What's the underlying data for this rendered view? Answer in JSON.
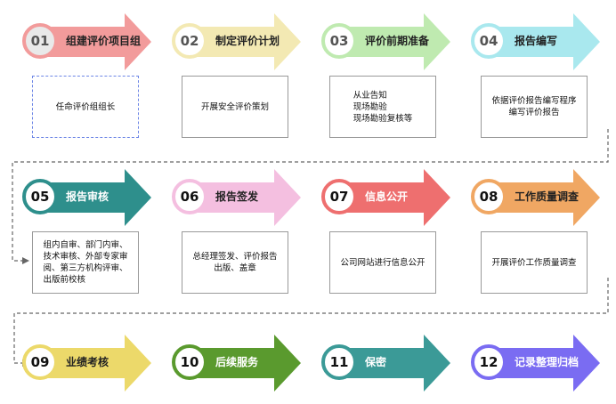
{
  "steps": [
    {
      "num": "01",
      "label": "组建评价项目组",
      "arrow": "#f29b9b",
      "circle_fill": "#e9e9e9",
      "circle_border": "#f29b9b",
      "num_color": "#555555",
      "label_color": "#222222"
    },
    {
      "num": "02",
      "label": "制定评价计划",
      "arrow": "#f3e9b3",
      "circle_fill": "#ffffff",
      "circle_border": "#f3e9b3",
      "num_color": "#555555",
      "label_color": "#222222"
    },
    {
      "num": "03",
      "label": "评价前期准备",
      "arrow": "#bfeab0",
      "circle_fill": "#ffffff",
      "circle_border": "#bfeab0",
      "num_color": "#555555",
      "label_color": "#222222"
    },
    {
      "num": "04",
      "label": "报告编写",
      "arrow": "#a9e8ee",
      "circle_fill": "#ffffff",
      "circle_border": "#a9e8ee",
      "num_color": "#555555",
      "label_color": "#222222"
    },
    {
      "num": "05",
      "label": "报告审核",
      "arrow": "#2e8f8c",
      "circle_fill": "#ffffff",
      "circle_border": "#2e8f8c",
      "num_color": "#111111",
      "label_color": "#ffffff"
    },
    {
      "num": "06",
      "label": "报告签发",
      "arrow": "#f4bfe0",
      "circle_fill": "#ffffff",
      "circle_border": "#f4bfe0",
      "num_color": "#111111",
      "label_color": "#222222"
    },
    {
      "num": "07",
      "label": "信息公开",
      "arrow": "#ee6f6f",
      "circle_fill": "#ffffff",
      "circle_border": "#ee6f6f",
      "num_color": "#111111",
      "label_color": "#ffffff"
    },
    {
      "num": "08",
      "label": "工作质量调查",
      "arrow": "#f0a763",
      "circle_fill": "#ffffff",
      "circle_border": "#f0a763",
      "num_color": "#111111",
      "label_color": "#222222"
    },
    {
      "num": "09",
      "label": "业绩考核",
      "arrow": "#ecd96a",
      "circle_fill": "#ffffff",
      "circle_border": "#ecd96a",
      "num_color": "#111111",
      "label_color": "#222222"
    },
    {
      "num": "10",
      "label": "后续服务",
      "arrow": "#5a9a2e",
      "circle_fill": "#ffffff",
      "circle_border": "#5a9a2e",
      "num_color": "#111111",
      "label_color": "#ffffff"
    },
    {
      "num": "11",
      "label": "保密",
      "arrow": "#3b9a97",
      "circle_fill": "#ffffff",
      "circle_border": "#3b9a97",
      "num_color": "#111111",
      "label_color": "#ffffff"
    },
    {
      "num": "12",
      "label": "记录整理归档",
      "arrow": "#7a6cf2",
      "circle_fill": "#ffffff",
      "circle_border": "#7a6cf2",
      "num_color": "#111111",
      "label_color": "#ffffff"
    }
  ],
  "descriptions": [
    "任命评价组组长",
    "开展安全评价策划",
    "从业告知\n现场勘验\n现场勘验复核等",
    "依据评价报告编写程序\n编写评价报告",
    "组内自审、部门内审、\n技术审核、外部专家审\n阅、第三方机构评审、\n出版前校核",
    "总经理签发、评价报告\n出版、盖章",
    "公司网站进行信息公开",
    "开展评价工作质量调查"
  ]
}
